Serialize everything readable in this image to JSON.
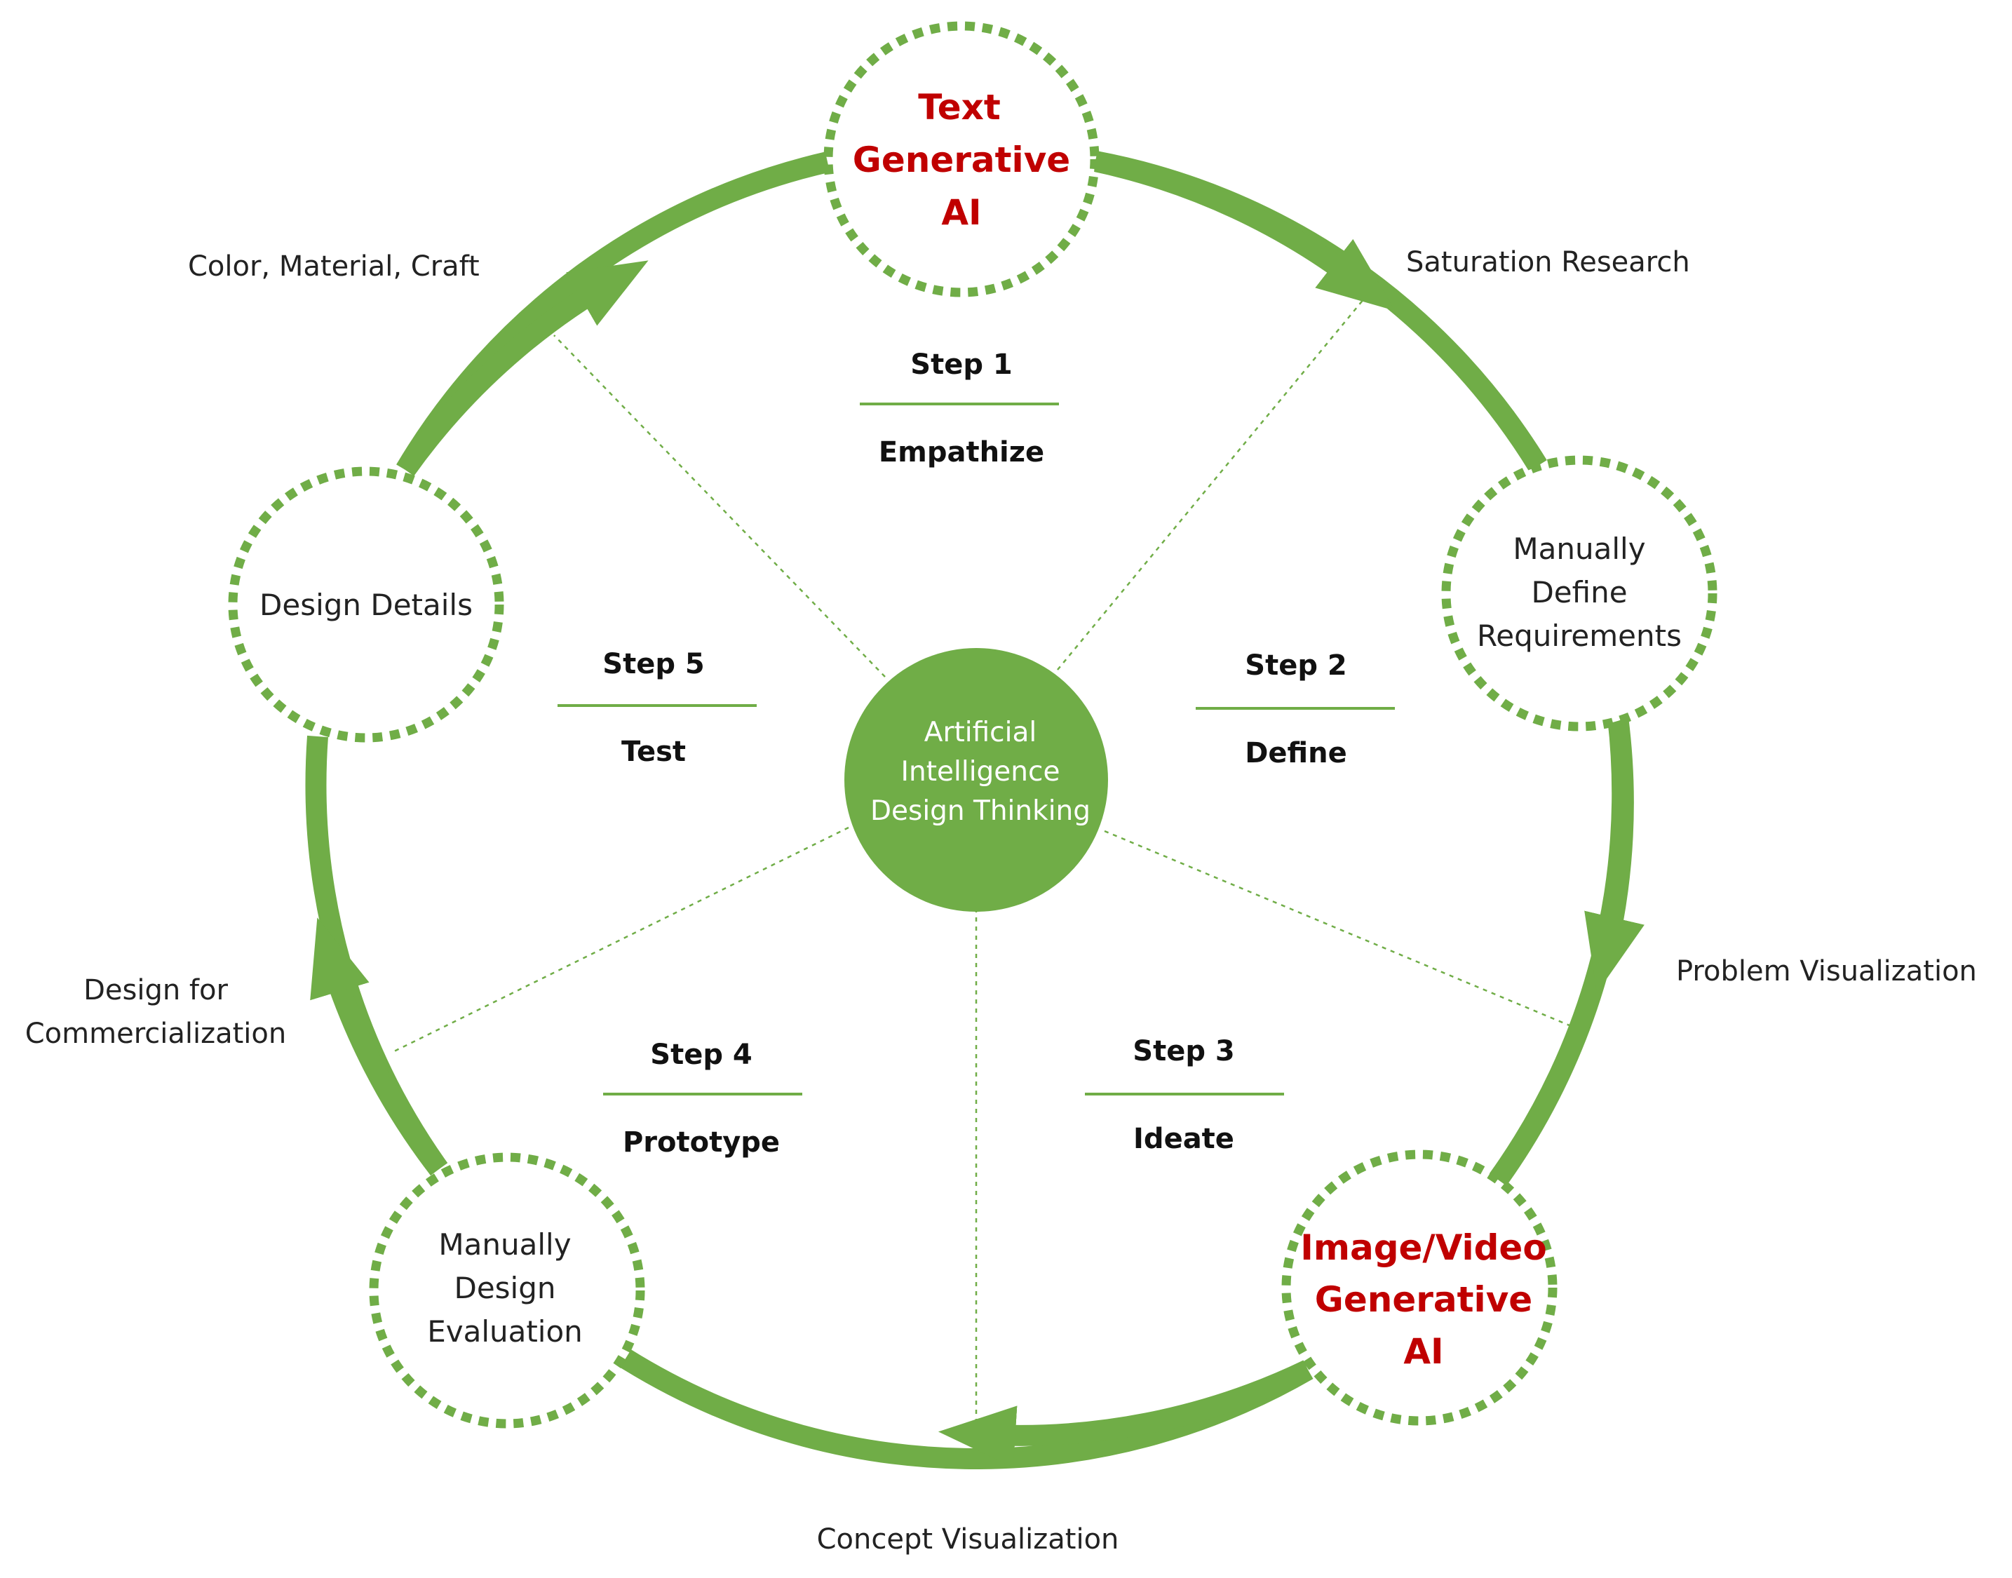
{
  "colors": {
    "accent": "#70ad47",
    "highlight": "#c00000",
    "text": "#222222",
    "hub_text": "#ffffff"
  },
  "hub": {
    "lines": [
      "Artificial",
      "Intelligence",
      "Design Thinking"
    ]
  },
  "nodes": [
    {
      "id": "text-gen-ai",
      "lines": [
        "Text",
        "Generative",
        "AI"
      ],
      "highlight": true
    },
    {
      "id": "manually-define-requirements",
      "lines": [
        "Manually",
        "Define",
        "Requirements"
      ],
      "highlight": false
    },
    {
      "id": "image-video-gen-ai",
      "lines": [
        "Image/Video",
        "Generative",
        "AI"
      ],
      "highlight": true
    },
    {
      "id": "manually-design-evaluation",
      "lines": [
        "Manually",
        "Design",
        "Evaluation"
      ],
      "highlight": false
    },
    {
      "id": "design-details",
      "lines": [
        "Design Details"
      ],
      "highlight": false
    }
  ],
  "steps": [
    {
      "number": "Step 1",
      "name": "Empathize"
    },
    {
      "number": "Step 2",
      "name": "Define"
    },
    {
      "number": "Step 3",
      "name": "Ideate"
    },
    {
      "number": "Step 4",
      "name": "Prototype"
    },
    {
      "number": "Step 5",
      "name": "Test"
    }
  ],
  "arc_labels": [
    {
      "id": "saturation-research",
      "lines": [
        "Saturation Research"
      ]
    },
    {
      "id": "problem-visualization",
      "lines": [
        "Problem Visualization"
      ]
    },
    {
      "id": "concept-visualization",
      "lines": [
        "Concept Visualization"
      ]
    },
    {
      "id": "design-for-commercialization",
      "lines": [
        "Design for",
        "Commercialization"
      ]
    },
    {
      "id": "color-material-craft",
      "lines": [
        "Color, Material, Craft"
      ]
    }
  ]
}
